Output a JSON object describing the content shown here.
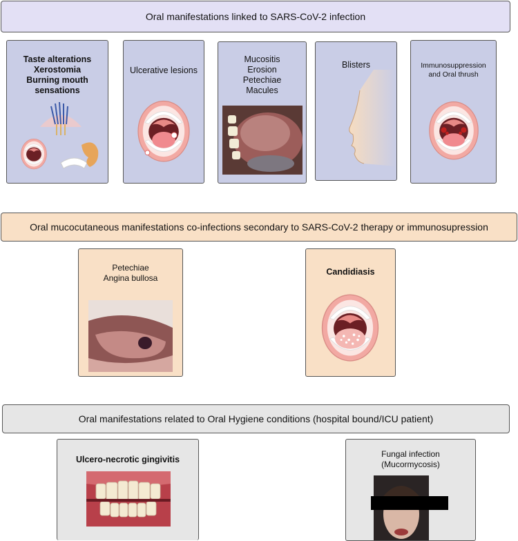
{
  "sections": [
    {
      "title": "Oral manifestations linked to SARS-CoV-2 infection",
      "color": "#e3e0f5"
    },
    {
      "title": "Oral mucocutaneous manifestations co-infections secondary to SARS-CoV-2 therapy or immunosupression",
      "color": "#f9e0c6"
    },
    {
      "title": "Oral manifestations related to Oral Hygiene conditions (hospital bound/ICU patient)",
      "color": "#e6e6e6"
    }
  ],
  "row1": [
    {
      "lines": [
        "Taste alterations",
        "Xerostomia",
        "Burning mouth",
        "sensations"
      ],
      "icon": "tongue-salivary-gland-icon"
    },
    {
      "lines": [
        "Ulcerative lesions"
      ],
      "icon": "open-mouth-ulcer-icon"
    },
    {
      "lines": [
        "Mucositis",
        "Erosion",
        "Petechiae",
        "Macules"
      ],
      "icon": "palate-photo"
    },
    {
      "lines": [
        "Blisters"
      ],
      "icon": "face-profile-icon"
    },
    {
      "lines": [
        "Immunosuppression",
        "and Oral thrush"
      ],
      "icon": "open-mouth-thrush-icon"
    }
  ],
  "row2": [
    {
      "lines": [
        "Petechiae",
        "Angina bullosa"
      ],
      "icon": "tongue-blister-photo"
    },
    {
      "lines": [
        "Candidiasis"
      ],
      "icon": "candidiasis-mouth-icon"
    }
  ],
  "row3": [
    {
      "lines": [
        "Ulcero-necrotic gingivitis"
      ],
      "icon": "gingivitis-photo"
    },
    {
      "lines": [
        "Fungal infection",
        "(Mucormycosis)"
      ],
      "icon": "mucormycosis-photo"
    }
  ],
  "colors": {
    "row1_box": "#c9cde6",
    "row2_box": "#f9e0c6",
    "row3_box": "#e6e6e6",
    "border": "#555555"
  }
}
